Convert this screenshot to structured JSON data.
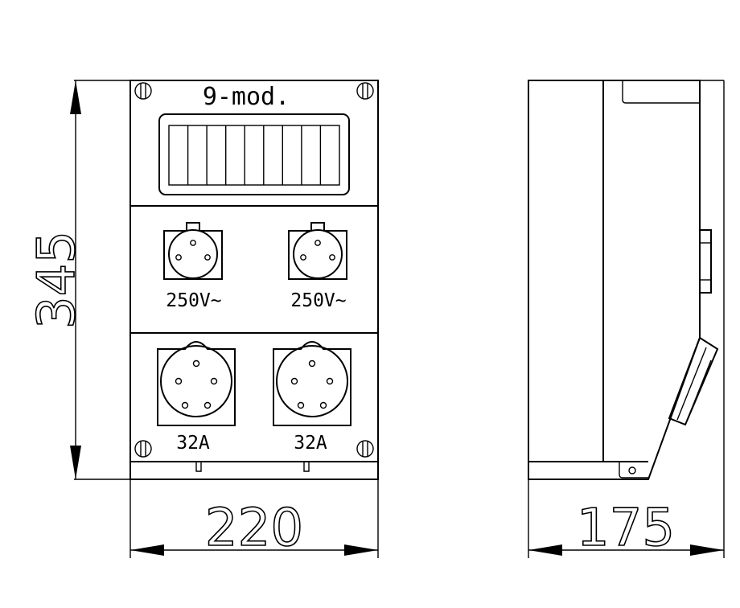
{
  "front_view": {
    "module_label": "9-mod.",
    "small_sockets": [
      {
        "rating": "250V~"
      },
      {
        "rating": "250V~"
      }
    ],
    "large_sockets": [
      {
        "rating": "32A"
      },
      {
        "rating": "32A"
      }
    ]
  },
  "dimensions": {
    "height": "345",
    "front_width": "220",
    "depth": "175"
  },
  "colors": {
    "line": "#000000",
    "background": "#ffffff"
  }
}
